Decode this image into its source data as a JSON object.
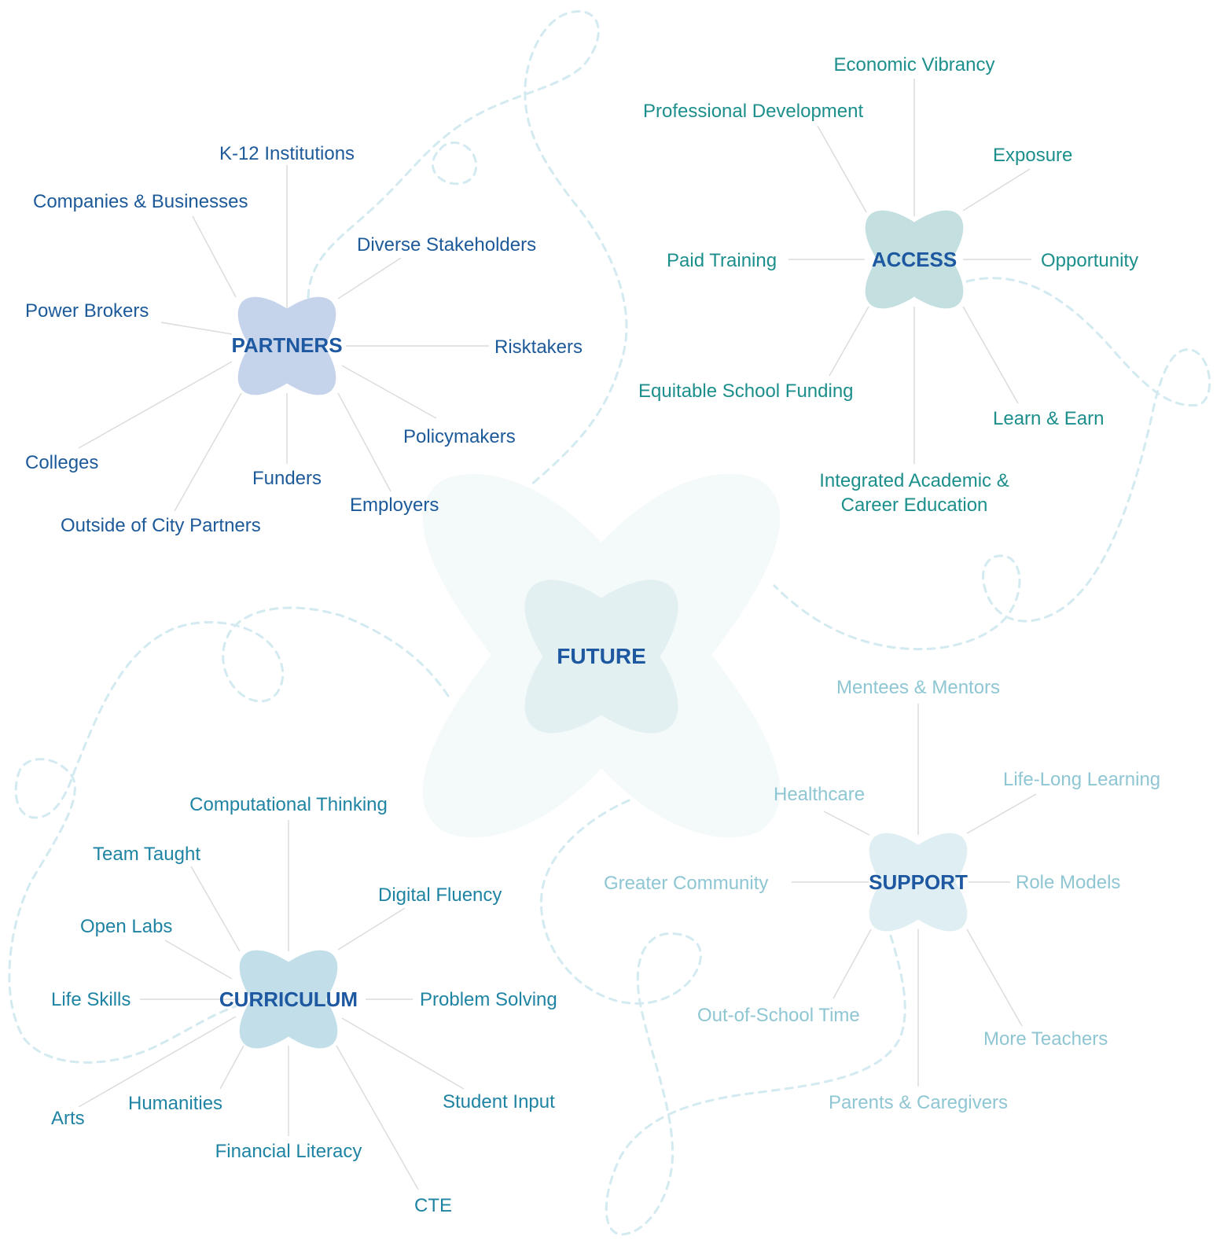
{
  "colors": {
    "partners": "#1d5a9a",
    "partners_hub": "#c5d4ea",
    "access": "#1c8f8c",
    "access_hub": "#c4dfe0",
    "curriculum": "#1f84a3",
    "curriculum_hub": "#c2dfe9",
    "support": "#8ec6d3",
    "support_hub": "#dfeef3",
    "hub_title": "#1d58a0",
    "future_bg": "#f4f9fa",
    "future_hub": "#e2f0f1",
    "connector": "#dcdcdc",
    "dashed_path": "#d2eaf0"
  },
  "future": {
    "title": "FUTURE"
  },
  "partners": {
    "title": "PARTNERS",
    "items": {
      "k12": "K-12 Institutions",
      "companies": "Companies & Businesses",
      "diverse": "Diverse Stakeholders",
      "power": "Power Brokers",
      "risktakers": "Risktakers",
      "policymakers": "Policymakers",
      "colleges": "Colleges",
      "funders": "Funders",
      "employers": "Employers",
      "outside": "Outside of City Partners"
    }
  },
  "access": {
    "title": "ACCESS",
    "items": {
      "economic": "Economic Vibrancy",
      "professional": "Professional Development",
      "exposure": "Exposure",
      "paid": "Paid Training",
      "opportunity": "Opportunity",
      "equitable": "Equitable School Funding",
      "learn": "Learn & Earn",
      "integrated_line1": "Integrated Academic &",
      "integrated_line2": "Career Education"
    }
  },
  "curriculum": {
    "title": "CURRICULUM",
    "items": {
      "computational": "Computational Thinking",
      "team": "Team Taught",
      "digital": "Digital Fluency",
      "openlabs": "Open Labs",
      "lifeskills": "Life Skills",
      "problem": "Problem Solving",
      "student": "Student Input",
      "arts": "Arts",
      "humanities": "Humanities",
      "financial": "Financial Literacy",
      "cte": "CTE"
    }
  },
  "support": {
    "title": "SUPPORT",
    "items": {
      "mentees": "Mentees & Mentors",
      "lifelong": "Life-Long Learning",
      "healthcare": "Healthcare",
      "greater": "Greater Community",
      "rolemodels": "Role Models",
      "outofschool": "Out-of-School Time",
      "moreteachers": "More Teachers",
      "parents": "Parents & Caregivers"
    }
  }
}
